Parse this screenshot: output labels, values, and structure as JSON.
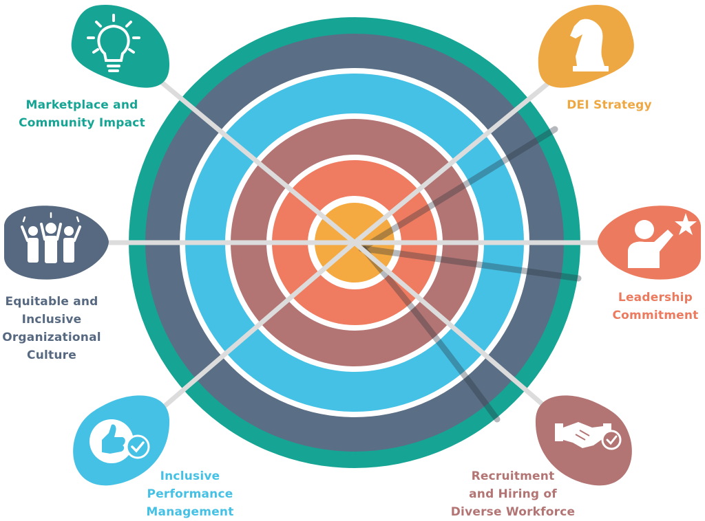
{
  "colors": {
    "teal": "#16A594",
    "slate": "#5A6E85",
    "sky": "#45C1E5",
    "mauve": "#B27574",
    "coral": "#EF7C60",
    "orange": "#F5AA41",
    "amber": "#EEA843",
    "salmon": "#EC7A5F",
    "navy": "#566981",
    "rose": "#B27574"
  },
  "pillars": [
    {
      "id": "marketplace",
      "lines": [
        "Marketplace and",
        "Community Impact"
      ],
      "icon": "lightbulb-icon",
      "color": "#16A594"
    },
    {
      "id": "dei-strategy",
      "lines": [
        "DEI Strategy"
      ],
      "icon": "chess-knight-icon",
      "color": "#EEA843"
    },
    {
      "id": "culture",
      "lines": [
        "Equitable and",
        "Inclusive",
        "Organizational",
        "Culture"
      ],
      "icon": "cheering-people-icon",
      "color": "#566981"
    },
    {
      "id": "leadership",
      "lines": [
        "Leadership",
        "Commitment"
      ],
      "icon": "person-star-icon",
      "color": "#EC7A5F"
    },
    {
      "id": "performance",
      "lines": [
        "Inclusive",
        "Performance",
        "Management"
      ],
      "icon": "thumbs-up-check-icon",
      "color": "#45C1E5"
    },
    {
      "id": "recruitment",
      "lines": [
        "Recruitment",
        "and Hiring of",
        "Diverse Workforce"
      ],
      "icon": "handshake-check-icon",
      "color": "#B27574"
    }
  ]
}
